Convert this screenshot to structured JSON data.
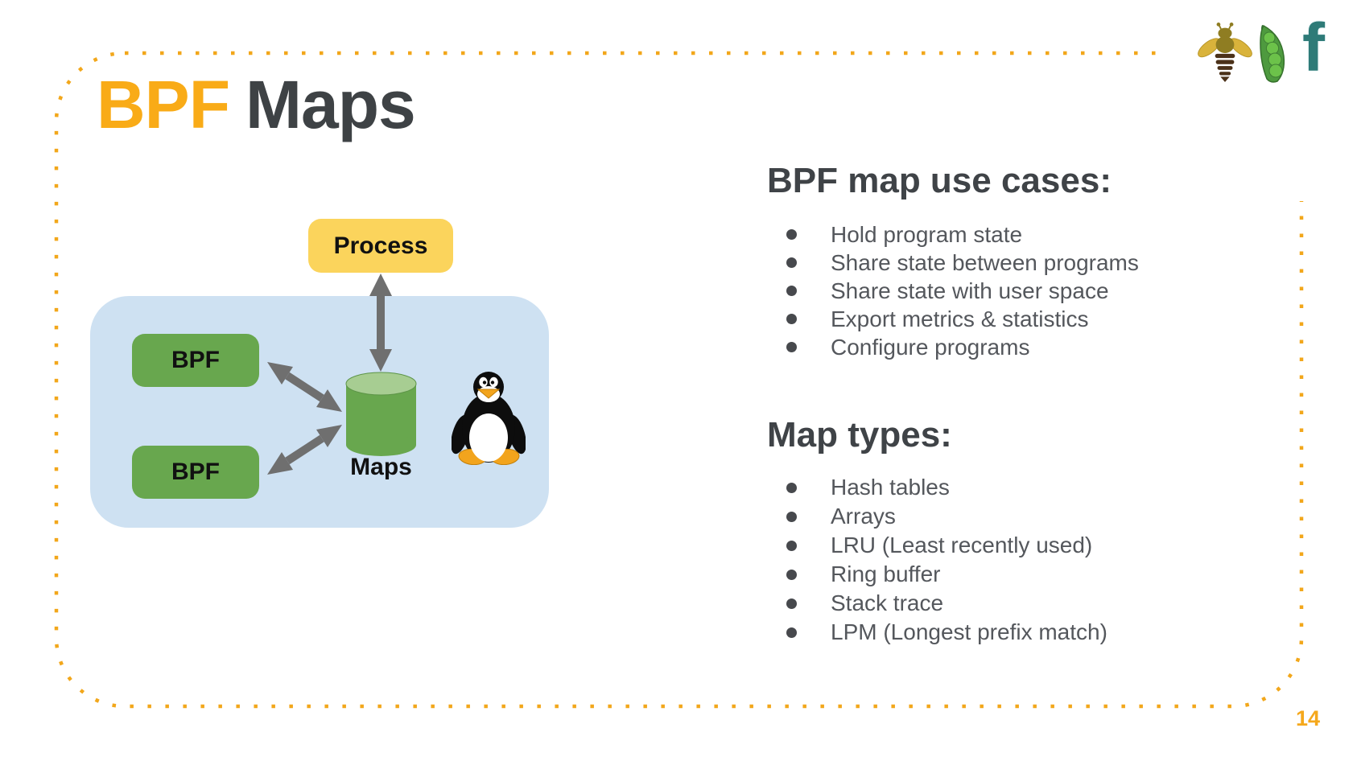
{
  "slide": {
    "title_highlight": "BPF",
    "title_rest": "Maps",
    "page_number": "14"
  },
  "header_logos": {
    "bee": "ebpf-bee-logo",
    "pea": "pea-pod-logo",
    "f_letter": "f"
  },
  "diagram": {
    "process_label": "Process",
    "bpf_top_label": "BPF",
    "bpf_bottom_label": "BPF",
    "maps_label": "Maps",
    "tux": "linux-tux-mascot"
  },
  "sections": {
    "use_cases": {
      "heading": "BPF map use cases:",
      "items": [
        "Hold program state",
        "Share state between programs",
        "Share state with user space",
        "Export metrics & statistics",
        "Configure programs"
      ]
    },
    "map_types": {
      "heading": "Map types:",
      "items": [
        "Hash tables",
        "Arrays",
        "LRU (Least recently used)",
        "Ring buffer",
        "Stack trace",
        "LPM (Longest prefix match)"
      ]
    }
  },
  "colors": {
    "accent_orange": "#F5A81C",
    "title_orange": "#F9AB17",
    "title_dark": "#3E4245",
    "heading_gray": "#3F4347",
    "body_text_gray": "#54575C",
    "process_yellow": "#FBD45C",
    "bpf_green": "#68A74E",
    "cylinder_top_green": "#A7CD92",
    "container_blue": "#CEE1F2",
    "arrow_gray": "#6F6F6F",
    "logo_teal": "#2E7B78"
  }
}
